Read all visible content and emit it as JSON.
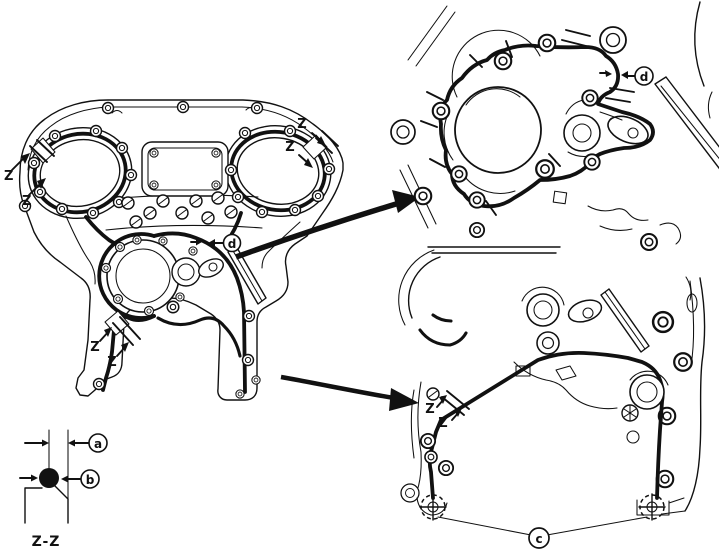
{
  "page": {
    "background": "#ffffff",
    "ink": "#111111"
  },
  "labels": {
    "z": "Z",
    "z_section": "Z-Z",
    "a": "a",
    "b": "b",
    "c": "c",
    "d": "d"
  }
}
